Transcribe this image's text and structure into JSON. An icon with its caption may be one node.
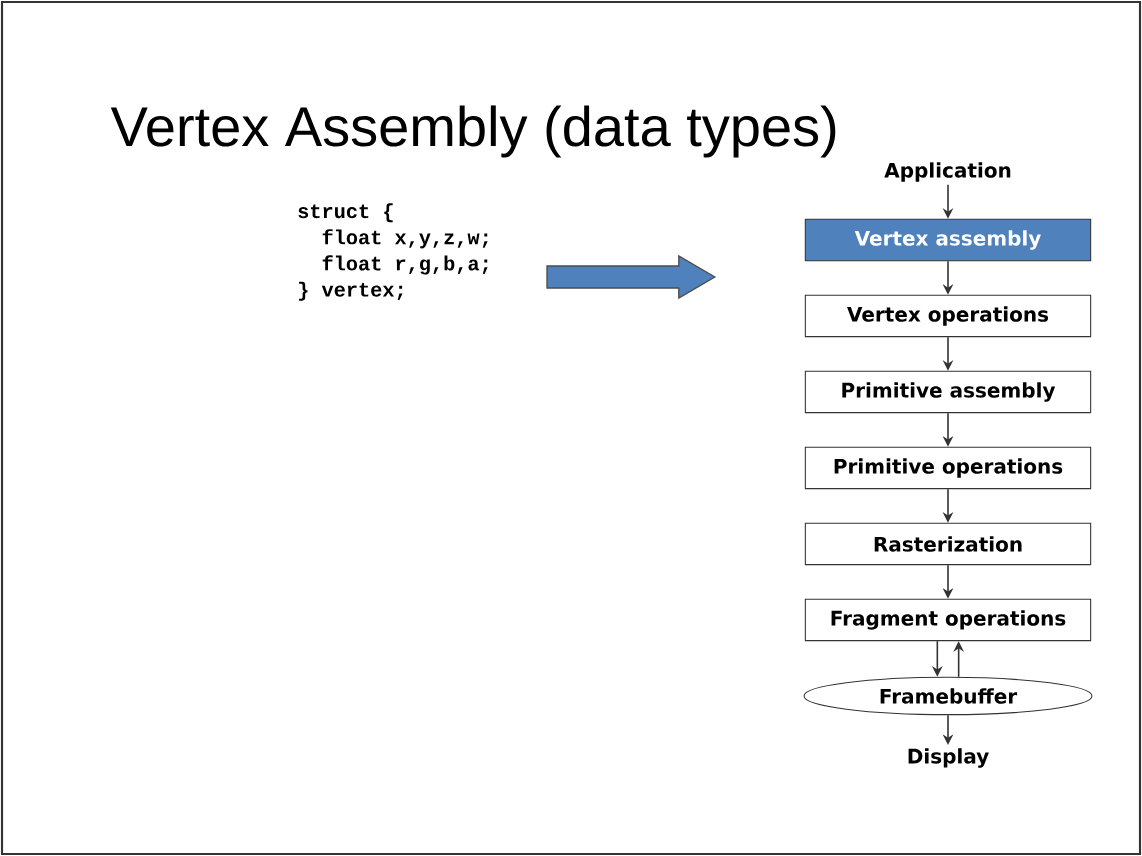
{
  "diagram": {
    "title": "Vertex Assembly (data types)",
    "nodes": [
      {
        "text": [
          "struct {",
          "float x,y,z,w;",
          "float r,g,b,a;",
          "} vertex;"
        ]
      },
      {
        "text": [
          "Application"
        ]
      },
      {
        "text": [
          "Vertex assembly"
        ]
      },
      {
        "text": [
          "Vertex operations"
        ]
      },
      {
        "text": [
          "Primitive assembly"
        ]
      },
      {
        "text": [
          "Primitive operations"
        ]
      },
      {
        "text": [
          "Rasterization"
        ]
      },
      {
        "text": [
          "Fragment operations"
        ]
      },
      {
        "text": [
          "Framebuffer"
        ]
      },
      {
        "text": [
          "Display"
        ]
      }
    ],
    "edges": [
      {
        "from": 0,
        "to": 2,
        "arrow": "to",
        "style": "thick",
        "color": "#4f81bd"
      },
      {
        "from": 1,
        "to": 2,
        "arrow": "to"
      },
      {
        "from": 2,
        "to": 3,
        "arrow": "to"
      },
      {
        "from": 3,
        "to": 4,
        "arrow": "to"
      },
      {
        "from": 4,
        "to": 5,
        "arrow": "to"
      },
      {
        "from": 5,
        "to": 6,
        "arrow": "to"
      },
      {
        "from": 6,
        "to": 7,
        "arrow": "to"
      },
      {
        "from": 7,
        "to": 8,
        "arrow": "to"
      },
      {
        "from": 8,
        "to": 7,
        "arrow": "to"
      },
      {
        "from": 8,
        "to": 9,
        "arrow": "to"
      }
    ]
  }
}
